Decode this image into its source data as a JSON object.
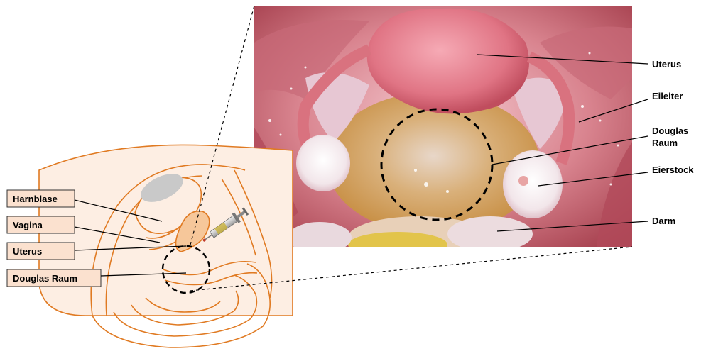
{
  "left_labels": [
    "Harnblase",
    "Vagina",
    "Uterus",
    "Douglas Raum"
  ],
  "right_labels": {
    "uterus": "Uterus",
    "eileiter": "Eileiter",
    "douglas_line1": "Douglas",
    "douglas_line2": "Raum",
    "eierstock": "Eierstock",
    "darm": "Darm"
  },
  "colors": {
    "outline": "#e07a22",
    "skin_fill": "#fdeee3",
    "label_fill": "#fbe1cf",
    "uterus_fill": "#f6c79a",
    "bladder_fill": "#c9c9c9"
  }
}
